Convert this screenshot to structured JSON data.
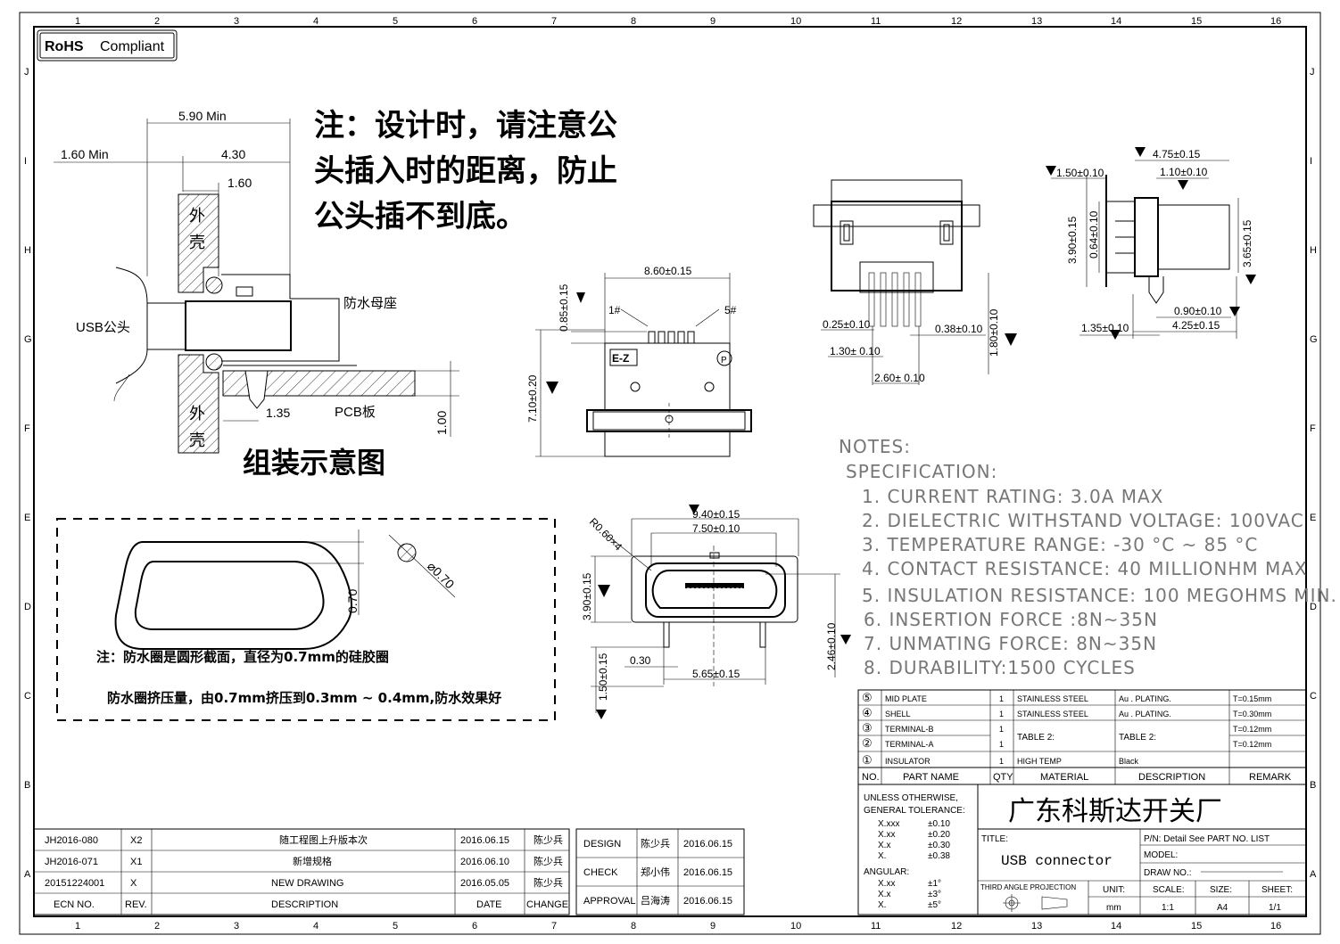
{
  "frame": {
    "cols_top": [
      "1",
      "2",
      "3",
      "4",
      "5",
      "6",
      "7",
      "8",
      "9",
      "10",
      "11",
      "12",
      "13",
      "14",
      "15",
      "16"
    ],
    "cols_bottom": [
      "1",
      "2",
      "3",
      "4",
      "5",
      "6",
      "7",
      "8",
      "9",
      "10",
      "11",
      "12",
      "13",
      "14",
      "15",
      "16"
    ],
    "rows": [
      "J",
      "I",
      "H",
      "G",
      "F",
      "E",
      "D",
      "C",
      "B",
      "A"
    ]
  },
  "rohs": {
    "label_a": "RoHS",
    "label_b": "Compliant"
  },
  "assembly": {
    "dim_590": "5.90  Min",
    "dim_160a": "1.60  Min",
    "dim_430": "4.30",
    "dim_160b": "1.60",
    "shell_top_a": "外",
    "shell_top_b": "壳",
    "shell_bot_a": "外",
    "shell_bot_b": "壳",
    "usb_plug": "USB公头",
    "socket": "防水母座",
    "pcb": "PCB板",
    "dim_135": "1.35",
    "dim_100": "1.00",
    "caption": "组装示意图"
  },
  "note_cn": {
    "line1": "注：设计时，请注意公",
    "line2": "头插入时的距离，防止",
    "line3": "公头插不到底。"
  },
  "front_view": {
    "dim_860": "8.60±0.15",
    "dim_085": "0.85±0.15",
    "pin1": "1#",
    "pin5": "5#",
    "dim_710": "7.10±0.20",
    "logo": "E-Z",
    "mark_p": "P"
  },
  "pin_view": {
    "dim_025": "0.25±0.10",
    "dim_130": "1.30± 0.10",
    "dim_038": "0.38±0.10",
    "dim_180": "1.80±0.10",
    "dim_260": "2.60± 0.10"
  },
  "side_view": {
    "dim_475": "4.75±0.15",
    "dim_150": "1.50±0.10",
    "dim_110": "1.10±0.10",
    "dim_390": "3.90±0.15",
    "dim_064": "0.64±0.10",
    "dim_365": "3.65±0.15",
    "dim_090": "0.90±0.10",
    "dim_425": "4.25±0.15",
    "dim_135": "1.35±0.10"
  },
  "notes": {
    "h1": "NOTES:",
    "h2": "SPECIFICATION:",
    "items": [
      "1. CURRENT RATING: 3.0A MAX",
      "2. DIELECTRIC WITHSTAND VOLTAGE: 100VAC",
      "3. TEMPERATURE RANGE: -30 °C ~ 85 °C",
      "4. CONTACT RESISTANCE: 40 MILLIONHM MAX",
      "5. INSULATION RESISTANCE: 100 MEGOHMS MIN.",
      "6. INSERTION FORCE :8N~35N",
      "7. UNMATING FORCE: 8N~35N",
      "8. DURABILITY:1500 CYCLES"
    ]
  },
  "gasket": {
    "dim_070": "0.70",
    "dim_d070": "⌀0.70",
    "note1": "注：防水圈是圆形截面，直径为0.7mm的硅胶圈",
    "note2": "防水圈挤压量，由0.7mm挤压到0.3mm ~ 0.4mm,防水效果好"
  },
  "face_view": {
    "dim_r060": "R0.60×4",
    "dim_940": "9.40±0.15",
    "dim_750": "7.50±0.10",
    "dim_390": "3.90±0.15",
    "dim_246": "2.46±0.10",
    "dim_150": "1.50±0.15",
    "dim_030": "0.30",
    "dim_565": "5.65±0.15"
  },
  "bom": {
    "rows": [
      {
        "no": "⑤",
        "part": "MID PLATE",
        "qty": "1",
        "material": "STAINLESS STEEL",
        "desc": "Au . PLATING.",
        "remark": "T=0.15mm"
      },
      {
        "no": "④",
        "part": "SHELL",
        "qty": "1",
        "material": "STAINLESS STEEL",
        "desc": "Au . PLATING.",
        "remark": "T=0.30mm"
      },
      {
        "no": "③",
        "part": "TERMINAL-B",
        "qty": "1",
        "material": "",
        "desc": "",
        "remark": "T=0.12mm"
      },
      {
        "no": "②",
        "part": "TERMINAL-A",
        "qty": "1",
        "material": "",
        "desc": "",
        "remark": "T=0.12mm"
      },
      {
        "no": "①",
        "part": "INSULATOR",
        "qty": "1",
        "material": "HIGH TEMP",
        "desc": "Black",
        "remark": ""
      }
    ],
    "table2_mat": "TABLE 2:",
    "table2_desc": "TABLE 2:",
    "hdr_no": "NO.",
    "hdr_part": "PART NAME",
    "hdr_qty": "QTY",
    "hdr_material": "MATERIAL",
    "hdr_desc": "DESCRIPTION",
    "hdr_remark": "REMARK"
  },
  "title_block": {
    "tol_h1": "UNLESS OTHERWISE,",
    "tol_h2": "GENERAL TOLERANCE:",
    "tol": [
      {
        "k": "X.xxx",
        "v": "±0.10"
      },
      {
        "k": "X.xx",
        "v": "±0.20"
      },
      {
        "k": "X.x",
        "v": "±0.30"
      },
      {
        "k": "X.",
        "v": "±0.38"
      }
    ],
    "ang_h": "ANGULAR:",
    "ang": [
      {
        "k": "X.xx",
        "v": "±1°"
      },
      {
        "k": "X.x",
        "v": "±3°"
      },
      {
        "k": "X.",
        "v": "±5°"
      }
    ],
    "company": "广东科斯达开关厂",
    "title_label": "TITLE:",
    "title": "USB connector",
    "pn": "P/N: Detail  See  PART  NO.  LIST",
    "model": "MODEL:",
    "drawno": "DRAW  NO.:",
    "proj": "THIRD  ANGLE  PROJECTION",
    "unit_h": "UNIT:",
    "unit": "mm",
    "scale_h": "SCALE:",
    "scale": "1:1",
    "size_h": "SIZE:",
    "size": "A4",
    "sheet_h": "SHEET:",
    "sheet": "1/1"
  },
  "revisions": [
    {
      "ecn": "JH2016-080",
      "rev": "X2",
      "desc": "随工程图上升版本次",
      "date": "2016.06.15",
      "by": "陈少兵"
    },
    {
      "ecn": "JH2016-071",
      "rev": "X1",
      "desc": "新增规格",
      "date": "2016.06.10",
      "by": "陈少兵"
    },
    {
      "ecn": "20151224001",
      "rev": "X",
      "desc": "NEW  DRAWING",
      "date": "2016.05.05",
      "by": "陈少兵"
    }
  ],
  "rev_hdr": {
    "ecn": "ECN  NO.",
    "rev": "REV.",
    "desc": "DESCRIPTION",
    "date": "DATE",
    "change": "CHANGE"
  },
  "approvals": [
    {
      "role": "DESIGN",
      "name": "陈少兵",
      "date": "2016.06.15"
    },
    {
      "role": "CHECK",
      "name": "郑小伟",
      "date": "2016.06.15"
    },
    {
      "role": "APPROVAL",
      "name": "吕海涛",
      "date": "2016.06.15"
    }
  ]
}
